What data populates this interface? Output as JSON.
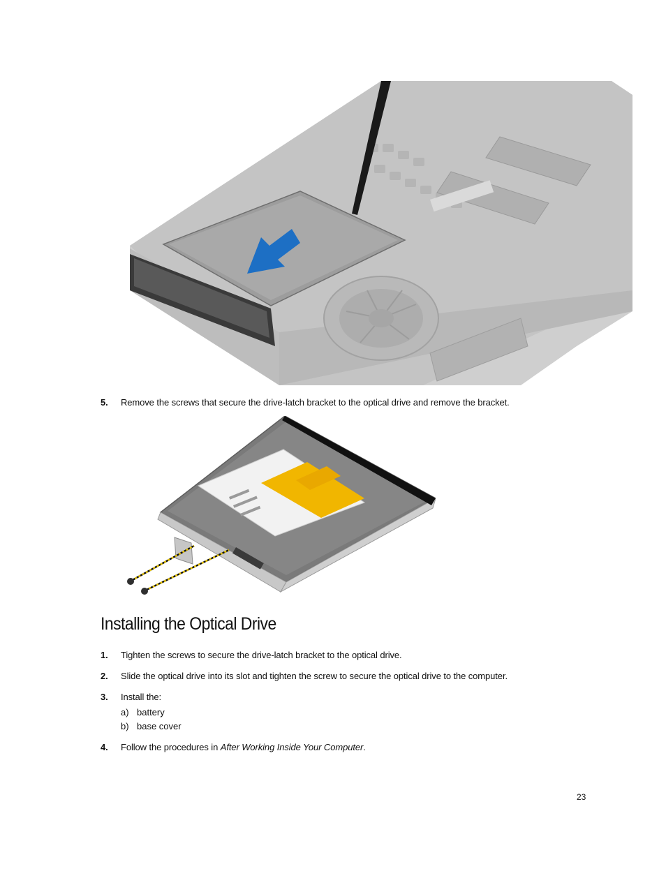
{
  "figures": {
    "laptop": "laptop-base-optical-drive-removal-illustration",
    "drive": "optical-drive-with-bracket-and-screws-illustration"
  },
  "steps_top": [
    {
      "number": "5.",
      "text": "Remove the screws that secure the drive-latch bracket to the optical drive and remove the bracket."
    }
  ],
  "section_title": "Installing the Optical Drive",
  "steps": [
    {
      "number": "1.",
      "text": "Tighten the screws to secure the drive-latch bracket to the optical drive."
    },
    {
      "number": "2.",
      "text": "Slide the optical drive into its slot and tighten the screw to secure the optical drive to the computer."
    },
    {
      "number": "3.",
      "text": "Install the:"
    },
    {
      "number": "4.",
      "text_prefix": "Follow the procedures in ",
      "text_italic": "After Working Inside Your Computer",
      "text_suffix": "."
    }
  ],
  "substeps": [
    {
      "letter": "a)",
      "text": "battery"
    },
    {
      "letter": "b)",
      "text": "base cover"
    }
  ],
  "page_number": "23",
  "colors": {
    "arrow_blue": "#1d6fc4",
    "text": "#111111",
    "base_gray": "#c8c8c8"
  }
}
